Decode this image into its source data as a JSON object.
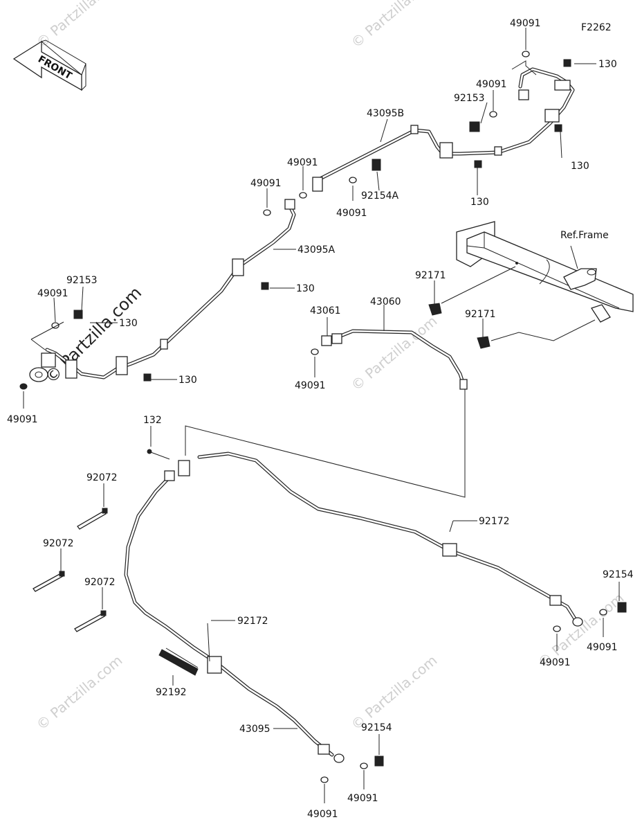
{
  "figure_code": "F2262",
  "front_label": "FRONT",
  "ref_frame_label": "Ref.Frame",
  "watermark": "© Partzilla.com",
  "callouts": [
    {
      "id": "c1",
      "text": "49091"
    },
    {
      "id": "c2",
      "text": "130"
    },
    {
      "id": "c3",
      "text": "49091"
    },
    {
      "id": "c4",
      "text": "92153"
    },
    {
      "id": "c5",
      "text": "130"
    },
    {
      "id": "c6",
      "text": "43095B"
    },
    {
      "id": "c7",
      "text": "49091"
    },
    {
      "id": "c8",
      "text": "49091"
    },
    {
      "id": "c9",
      "text": "92154A"
    },
    {
      "id": "c10",
      "text": "49091"
    },
    {
      "id": "c11",
      "text": "130"
    },
    {
      "id": "c12",
      "text": "43095A"
    },
    {
      "id": "c13",
      "text": "130"
    },
    {
      "id": "c14",
      "text": "92153"
    },
    {
      "id": "c15",
      "text": "49091"
    },
    {
      "id": "c16",
      "text": "130"
    },
    {
      "id": "c17",
      "text": "130"
    },
    {
      "id": "c18",
      "text": "49091"
    },
    {
      "id": "c19",
      "text": "43061"
    },
    {
      "id": "c20",
      "text": "43060"
    },
    {
      "id": "c21",
      "text": "49091"
    },
    {
      "id": "c22",
      "text": "92171"
    },
    {
      "id": "c23",
      "text": "92171"
    },
    {
      "id": "c24",
      "text": "132"
    },
    {
      "id": "c25",
      "text": "92072"
    },
    {
      "id": "c26",
      "text": "92072"
    },
    {
      "id": "c27",
      "text": "92072"
    },
    {
      "id": "c28",
      "text": "92172"
    },
    {
      "id": "c29",
      "text": "92172"
    },
    {
      "id": "c30",
      "text": "92154"
    },
    {
      "id": "c31",
      "text": "49091"
    },
    {
      "id": "c32",
      "text": "49091"
    },
    {
      "id": "c33",
      "text": "92192"
    },
    {
      "id": "c34",
      "text": "43095"
    },
    {
      "id": "c35",
      "text": "92154"
    },
    {
      "id": "c36",
      "text": "49091"
    },
    {
      "id": "c37",
      "text": "49091"
    }
  ]
}
